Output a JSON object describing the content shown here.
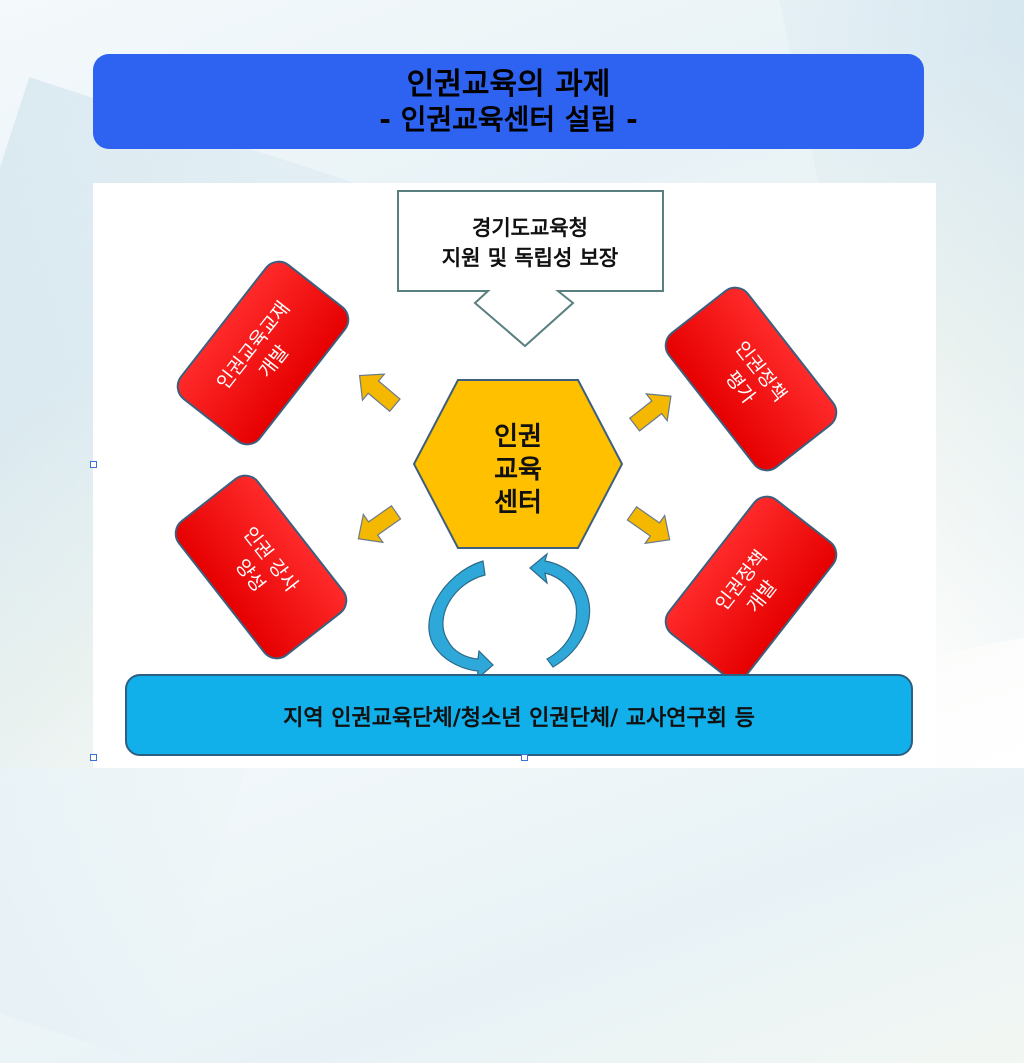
{
  "title": {
    "main": "인권교육의 과제",
    "sub": "- 인권교육센터 설립 -"
  },
  "diagram": {
    "support_box": {
      "line1": "경기도교육청",
      "line2": "지원 및 독립성 보장"
    },
    "center": {
      "line1": "인권",
      "line2": "교육",
      "line3": "센터"
    },
    "tasks": [
      {
        "line1": "인권교육교재",
        "line2": "개발"
      },
      {
        "line1": "인권정책",
        "line2": "평가"
      },
      {
        "line1": "인권 강사",
        "line2": "양성"
      },
      {
        "line1": "인권정책",
        "line2": "개발"
      }
    ],
    "bottom_bar": "지역 인권교육단체/청소년 인권단체/ 교사연구회 등"
  },
  "colors": {
    "title_bg": "#2e62f0",
    "task_red": "#ff0000",
    "center_gold": "#ffc000",
    "arrow_gold": "#f5b800",
    "cycle_blue": "#2ea8d8",
    "bottom_bar_bg": "#12b0ea"
  }
}
